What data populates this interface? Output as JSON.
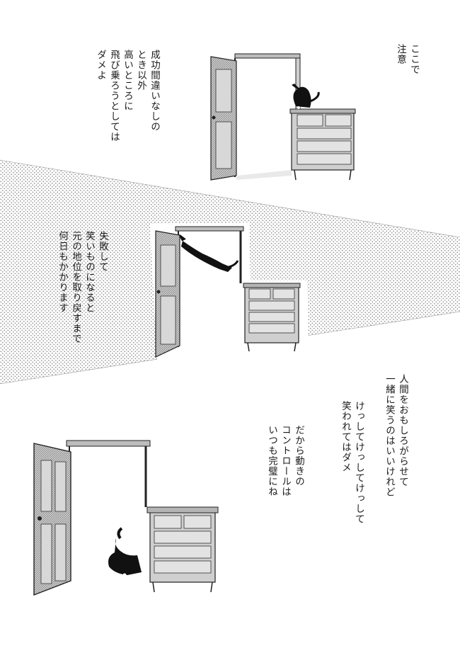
{
  "page": {
    "background": "#ffffff",
    "ink": "#1a1a1a",
    "screentone": "#8a8a8a"
  },
  "panels": [
    {
      "id": "top",
      "lines": [
        "ここで",
        "注意"
      ],
      "lines2": [
        "成功間違いなしの",
        "とき以外",
        "高いところに",
        "飛び乗ろうとしては",
        "ダメよ"
      ]
    },
    {
      "id": "middle",
      "lines": [
        "失敗して",
        "笑いものになると",
        "元の地位を取り戻すまで",
        "何日もかかります"
      ]
    },
    {
      "id": "bottom",
      "lines": [
        "人間をおもしろがらせて",
        "一緒に笑うのはいいけれど"
      ],
      "lines2": [
        "けっしてけっしてけっして",
        "笑われてはダメ"
      ],
      "lines3": [
        "だから動きの",
        "コントロールは",
        "いつも完璧にね"
      ]
    }
  ]
}
